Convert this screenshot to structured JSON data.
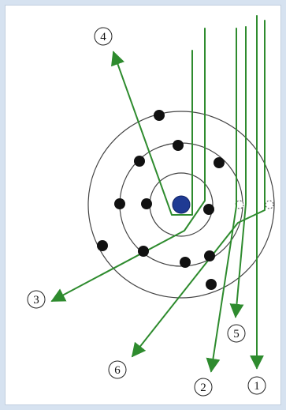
{
  "diagram": {
    "colors": {
      "frame": "#d6e2f0",
      "background": "#ffffff",
      "orbit": "#444444",
      "arrow": "#2e8b2e",
      "electron": "#111111",
      "nucleus": "#1f3a93",
      "label_circle": "#222222"
    },
    "labels": [
      {
        "id": "path-1",
        "text": "1"
      },
      {
        "id": "path-2",
        "text": "2"
      },
      {
        "id": "path-3",
        "text": "3"
      },
      {
        "id": "path-4",
        "text": "4"
      },
      {
        "id": "path-5",
        "text": "5"
      },
      {
        "id": "path-6",
        "text": "6"
      }
    ]
  }
}
